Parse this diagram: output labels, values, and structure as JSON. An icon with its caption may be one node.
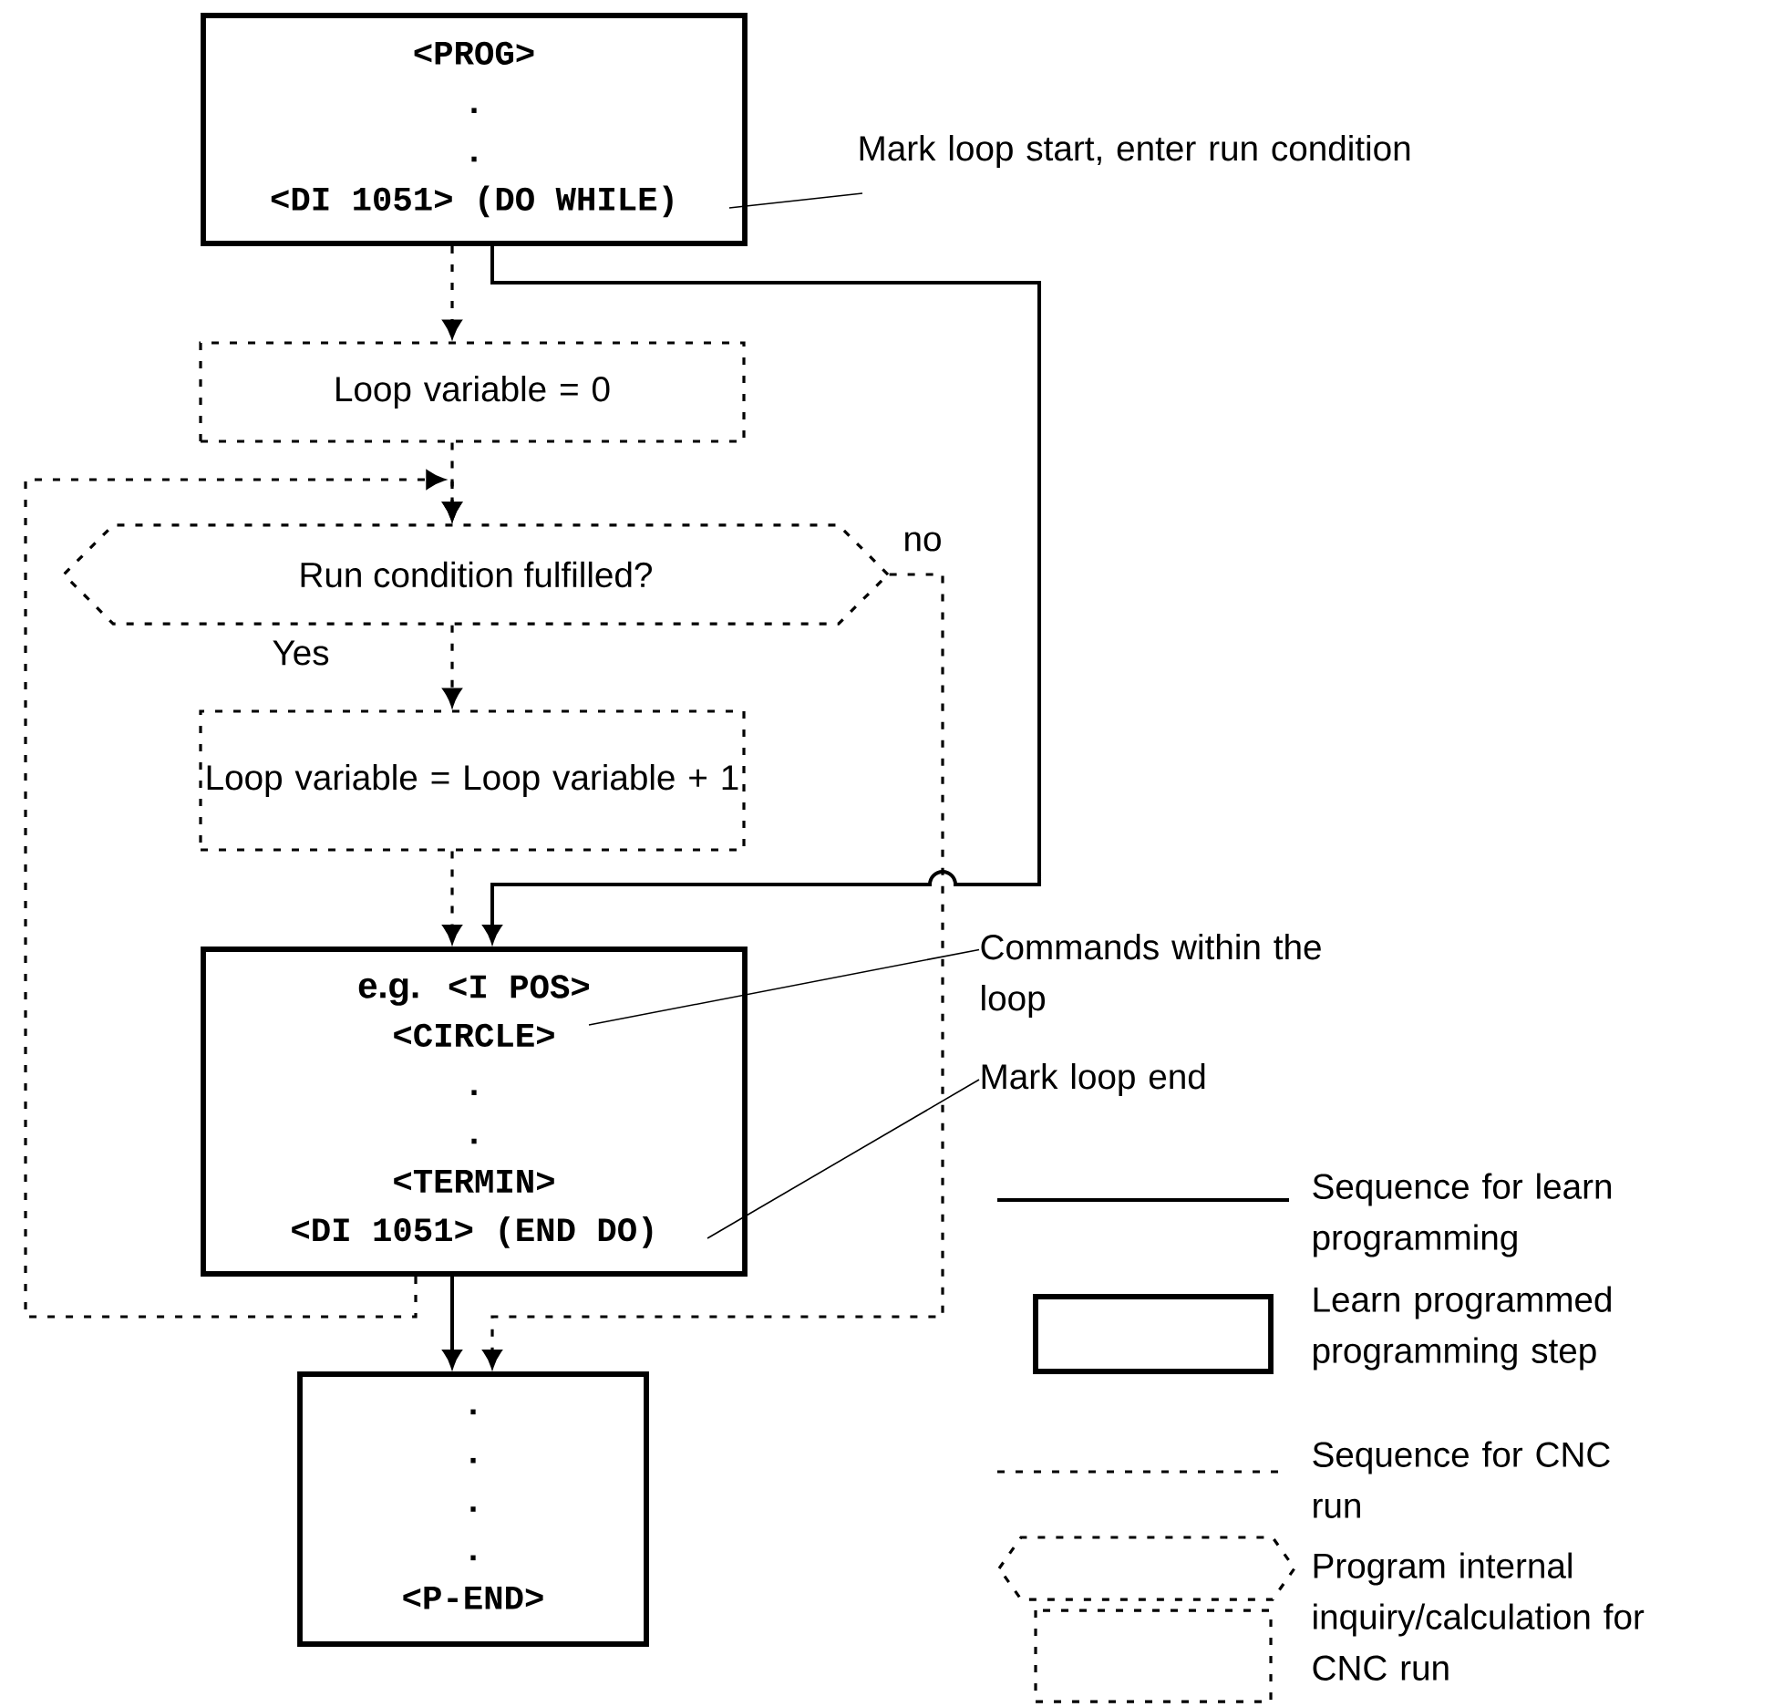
{
  "diagram": {
    "nodes": [
      {
        "text": [
          "<PROG>",
          ".",
          ".",
          "<DI 1051> (DO WHILE)"
        ]
      },
      {
        "text": [
          "Loop variable = 0"
        ]
      },
      {
        "text": [
          "Run condition fulfilled?"
        ]
      },
      {
        "text": [
          "Loop variable = Loop variable + 1"
        ]
      },
      {
        "text": [
          "e.g.",
          "<I POS>",
          "<CIRCLE>",
          ".",
          ".",
          "<TERMIN>",
          "<DI 1051> (END DO)"
        ]
      },
      {
        "text": [
          ".",
          ".",
          ".",
          ".",
          "<P-END>"
        ]
      },
      {
        "text": [
          "Mark loop start, enter run condition"
        ]
      },
      {
        "text": [
          "Commands within the loop"
        ]
      },
      {
        "text": [
          "Mark loop end"
        ]
      }
    ],
    "edges": [
      {
        "from": 0,
        "to": 1,
        "arrow": "to",
        "style": "dashed"
      },
      {
        "from": 0,
        "to": 4,
        "arrow": "to"
      },
      {
        "from": 1,
        "to": 2,
        "arrow": "to",
        "style": "dashed"
      },
      {
        "from": 4,
        "to": 2,
        "arrow": "to",
        "style": "dashed"
      },
      {
        "from": 2,
        "to": 3,
        "arrow": "to",
        "style": "dashed",
        "label": "Yes"
      },
      {
        "from": 3,
        "to": 4,
        "arrow": "to",
        "style": "dashed"
      },
      {
        "from": 2,
        "to": 5,
        "arrow": "to",
        "style": "dashed",
        "label": "no"
      },
      {
        "from": 4,
        "to": 5,
        "arrow": "to"
      },
      {
        "from": 6,
        "to": 0,
        "arrow": "none"
      },
      {
        "from": 7,
        "to": 4,
        "arrow": "none"
      },
      {
        "from": 8,
        "to": 4,
        "arrow": "none"
      }
    ],
    "legend": [
      {
        "text": "Sequence for learn programming"
      },
      {
        "text": "Learn programmed programming step"
      },
      {
        "text": "Sequence for CNC run"
      },
      {
        "text": "Program internal inquiry/calculation for CNC run"
      }
    ]
  }
}
